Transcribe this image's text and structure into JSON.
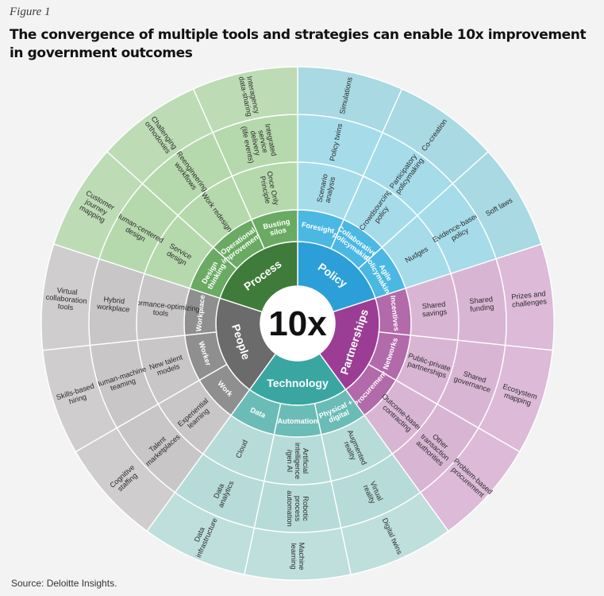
{
  "figure": {
    "label": "Figure 1",
    "title": "The convergence of multiple tools and strategies can enable 10x improvement in government outcomes",
    "source": "Source: Deloitte Insights."
  },
  "center": "10x",
  "colors": {
    "background": "#f3f3f3",
    "center": "#ffffff"
  },
  "sectors": [
    {
      "name": "Policy",
      "colors": {
        "core": "#2c9fd8",
        "mid": "#4bb8e4",
        "outer": "#a6dcea",
        "outer2": "#a9d9e3",
        "label": "#ffffff"
      },
      "strategies": [
        "Foresight",
        "Collaborative policymaking",
        "Agile policymaking"
      ],
      "tools": [
        "Scenario analysis",
        "Policy twins",
        "Simulations",
        "Crowdsourcing policy",
        "Participatory policymaking",
        "Co-creation",
        "Nudges",
        "Evidence-based policy",
        "Soft laws"
      ]
    },
    {
      "name": "Partnerships",
      "colors": {
        "core": "#9b3d94",
        "mid": "#b26aab",
        "outer": "#d9b5d4",
        "outer2": "#dcbad8",
        "label": "#ffffff"
      },
      "strategies": [
        "Incentives",
        "Networks",
        "Procurement"
      ],
      "tools": [
        "Shared savings",
        "Shared funding",
        "Prizes and challenges",
        "Public-private partnerships",
        "Shared governance",
        "Ecosystem mapping",
        "Outcome-based contracting",
        "Other transaction authorities",
        "Problem-based procurement"
      ]
    },
    {
      "name": "Technology",
      "colors": {
        "core": "#3aa6a2",
        "mid": "#6bbcb7",
        "outer": "#b7dbd8",
        "outer2": "#bedfdc",
        "label": "#ffffff"
      },
      "strategies": [
        "Physical + digital",
        "Automation",
        "Data"
      ],
      "tools": [
        "Augmented reality",
        "Virtual reality",
        "Digital twins",
        "Artificial intelligence /gen AI",
        "Robotic process automation",
        "Machine learning",
        "Cloud",
        "Data analytics",
        "Data infrastructure"
      ]
    },
    {
      "name": "People",
      "colors": {
        "core": "#6b6b6b",
        "mid": "#8f8f8f",
        "outer": "#c8c6c6",
        "outer2": "#cfcdcd",
        "label": "#ffffff"
      },
      "strategies": [
        "Work",
        "Worker",
        "Workplace"
      ],
      "tools": [
        "Experiential learning",
        "Talent marketplaces",
        "Cognitive staffing",
        "New talent models",
        "Human-machine teaming",
        "Skills-based hiring",
        "Performance-optimizing tools",
        "Hybrid workplace",
        "Virtual collaboration tools"
      ]
    },
    {
      "name": "Process",
      "colors": {
        "core": "#3f7b3a",
        "mid": "#6aaa63",
        "outer": "#b6d8ad",
        "outer2": "#bddbb5",
        "label": "#ffffff"
      },
      "strategies": [
        "Design thinking",
        "Operational improvements",
        "Busting silos"
      ],
      "tools": [
        "Service design",
        "Human-centered design",
        "Customer journey mapping",
        "Work redesign",
        "Reengineering workflows",
        "Challenging orthodoxies",
        "Once Only Principle",
        "Integrated service delivery (life events)",
        "Interagency data-sharing"
      ]
    }
  ]
}
